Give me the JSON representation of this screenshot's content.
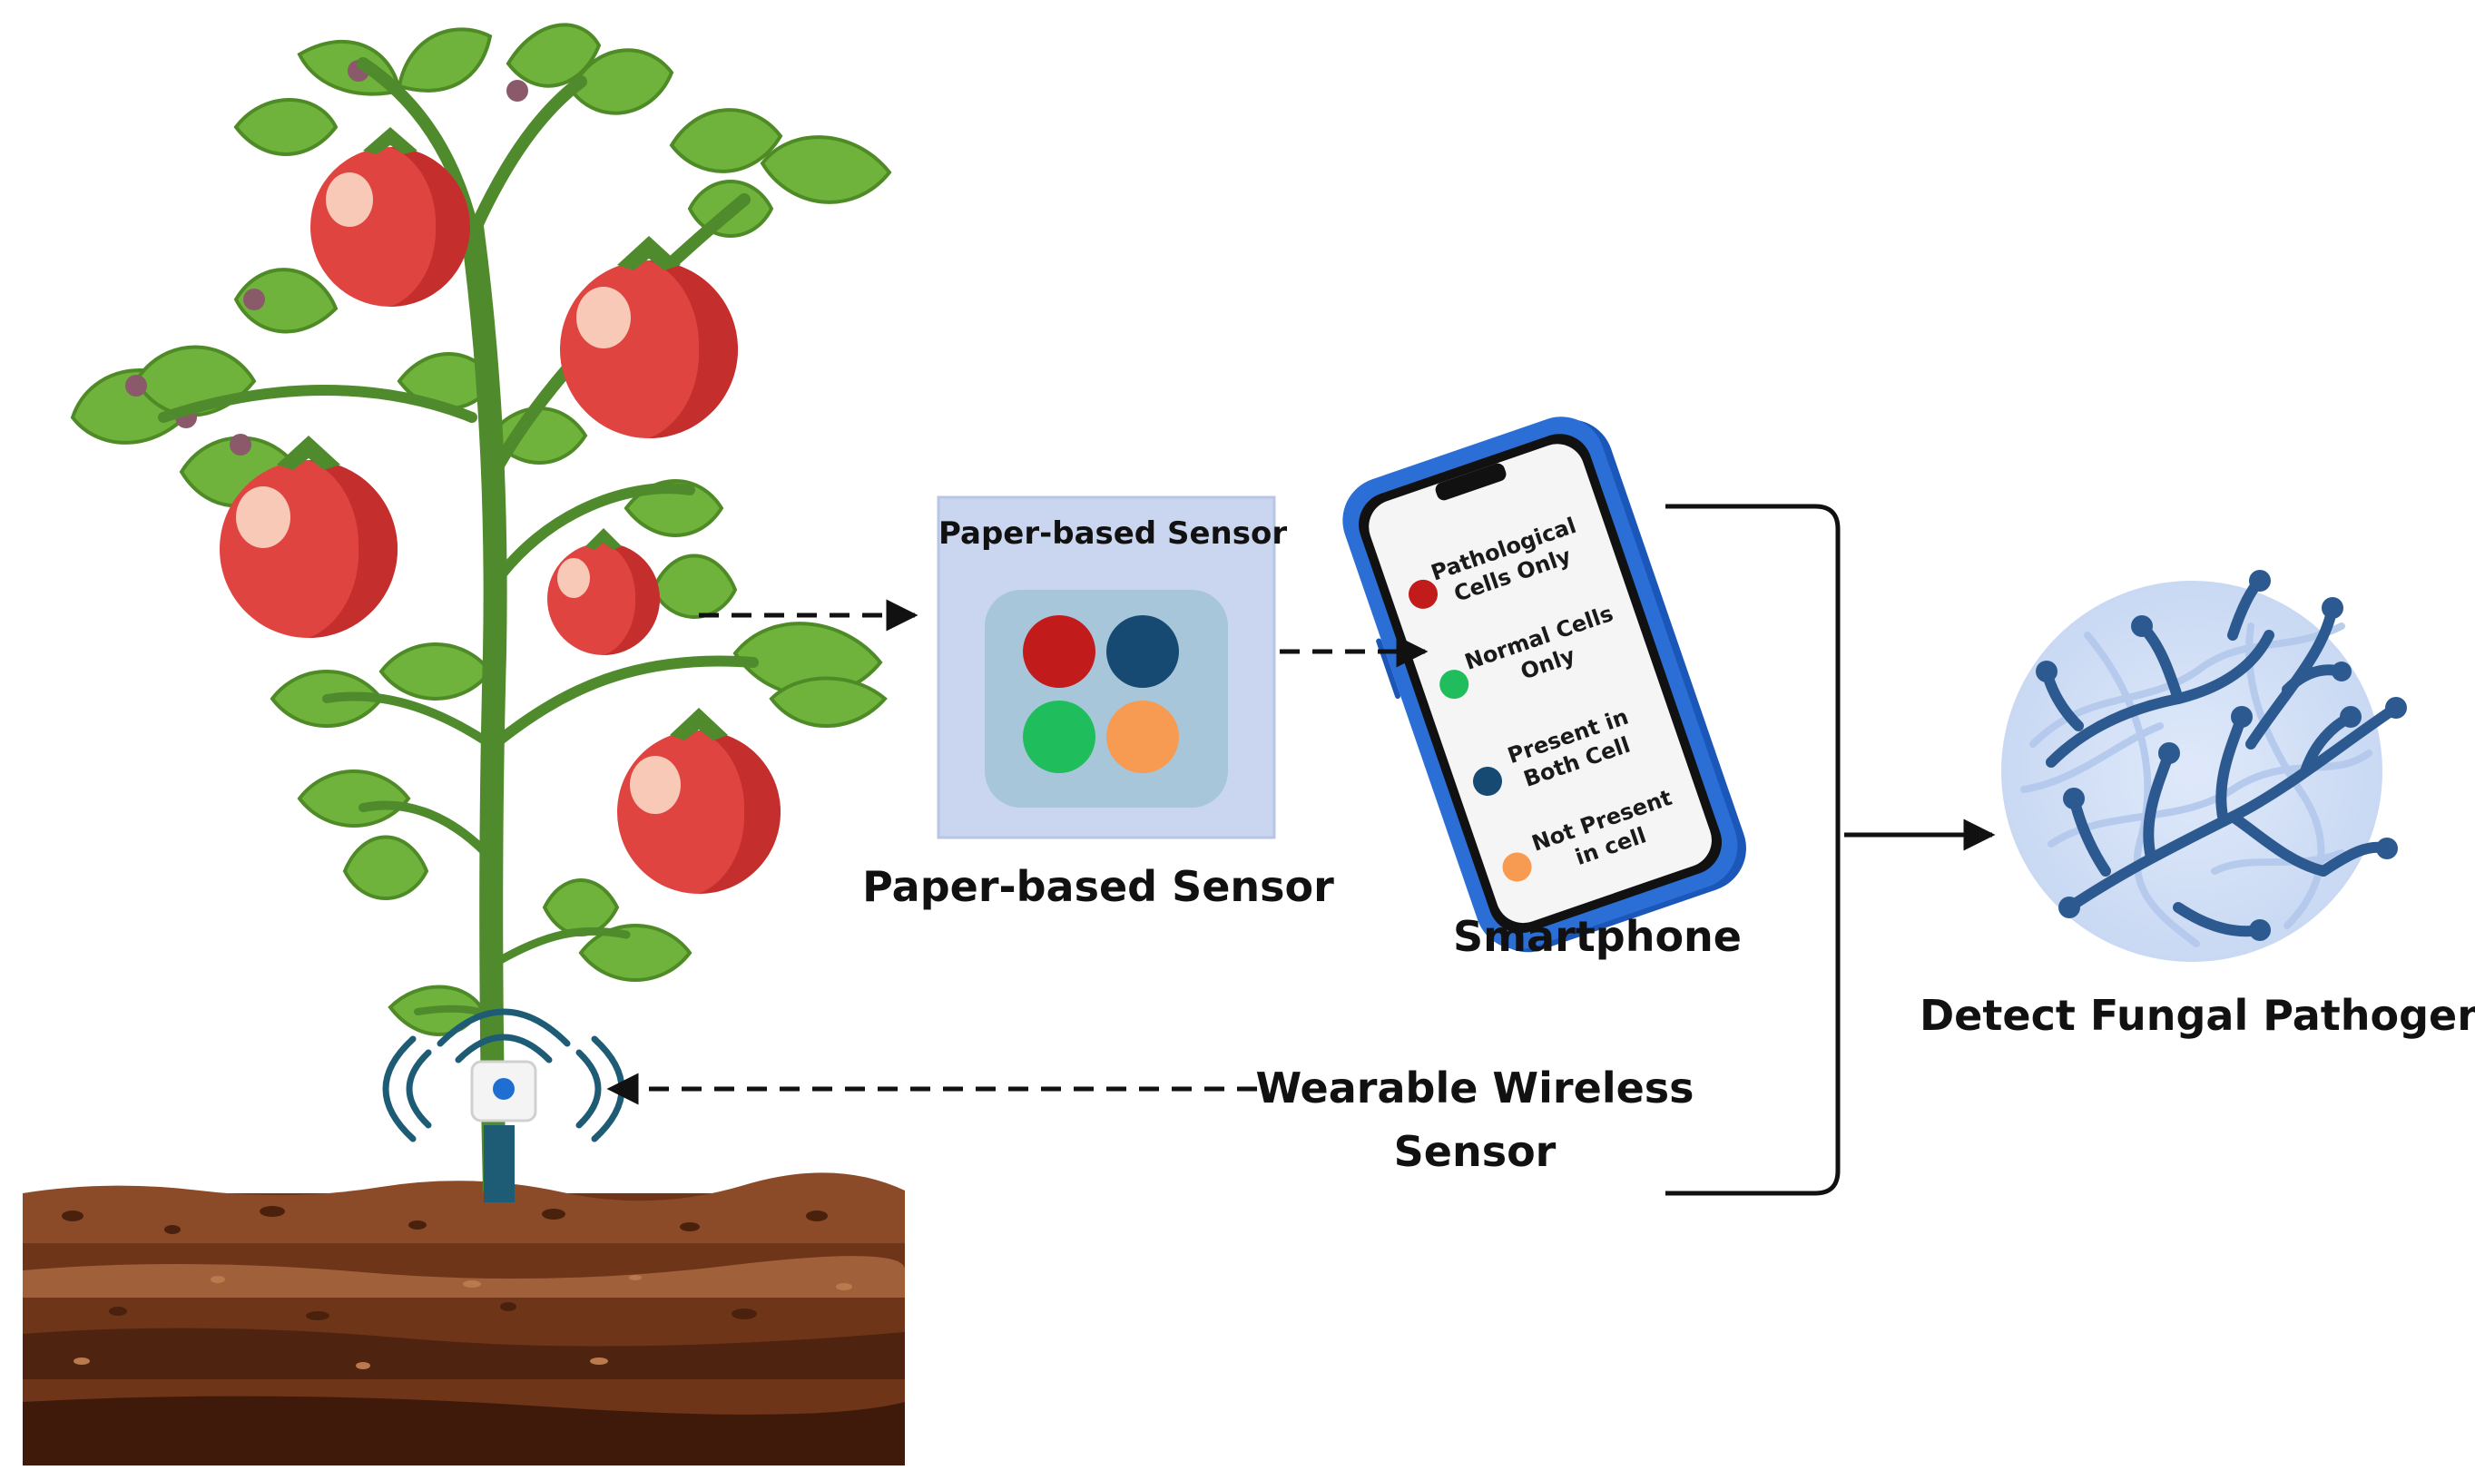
{
  "labels": {
    "paper_sensor_inner": "Paper-based Sensor",
    "paper_sensor_caption": "Paper-based Sensor",
    "smartphone": "Smartphone",
    "wearable_line1": "Wearable Wireless",
    "wearable_line2": "Sensor",
    "detect": "Detect Fungal Pathogen"
  },
  "phone_legend": [
    {
      "line1": "Pathological",
      "line2": "Cells Only",
      "color": "#c21b1b"
    },
    {
      "line1": "Normal Cells",
      "line2": "Only",
      "color": "#1fbd5c"
    },
    {
      "line1": "Present in",
      "line2": "Both Cell",
      "color": "#164a72"
    },
    {
      "line1": "Not Present",
      "line2": "in cell",
      "color": "#f79a52"
    }
  ],
  "sensor_dots": [
    {
      "color": "#c21b1b"
    },
    {
      "color": "#164a72"
    },
    {
      "color": "#1fbd5c"
    },
    {
      "color": "#f79a52"
    }
  ],
  "colors": {
    "leaf": "#6fb33c",
    "leaf_vein": "#4e8a26",
    "stem": "#4f8a2c",
    "tomato": "#e04440",
    "tomato_shade": "#c42f2e",
    "soil_top": "#8b4a28",
    "soil_dark": "#5b2c16",
    "sensor_card": "#cad6ef",
    "sensor_pad": "#a8c6d9",
    "phone_body": "#1a57b8",
    "fungus_bg": "#d4e1f7",
    "fungus": "#2c5a90"
  }
}
